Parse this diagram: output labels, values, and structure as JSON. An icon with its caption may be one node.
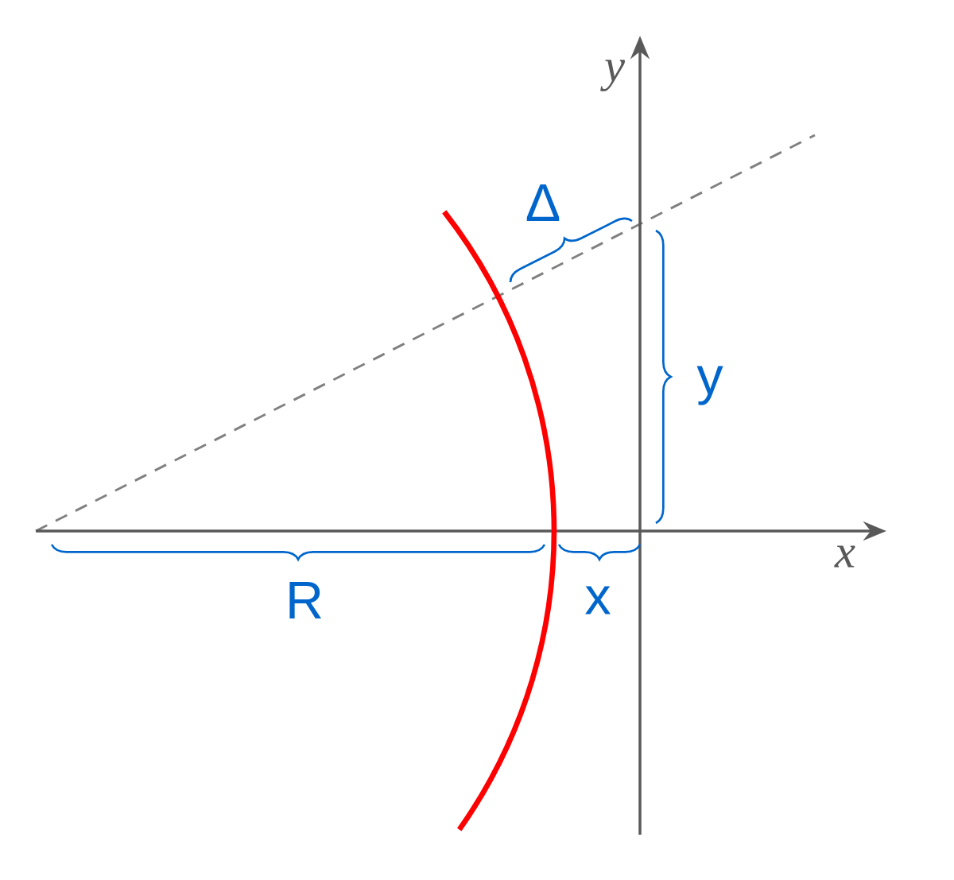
{
  "diagram": {
    "labels": [
      "y",
      "Δ",
      "y",
      "x",
      "R",
      "x"
    ]
  }
}
